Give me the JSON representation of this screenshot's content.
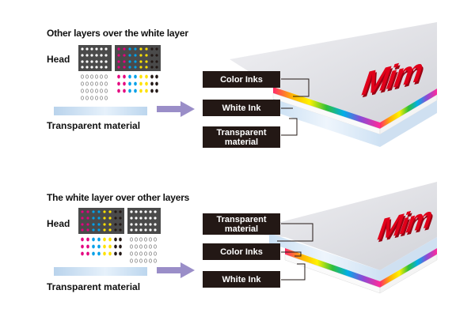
{
  "section_top": {
    "title": "Other layers over the white layer",
    "head_label": "Head",
    "material_label": "Transparent material",
    "boxes": [
      "Color Inks",
      "White Ink",
      "Transparent material"
    ]
  },
  "section_bottom": {
    "title": "The white layer over other layers",
    "head_label": "Head",
    "material_label": "Transparent material",
    "boxes": [
      "Transparent material",
      "Color Inks",
      "White Ink"
    ]
  },
  "brand_text": "Mim",
  "colors": {
    "label_box": "#231815",
    "arrow": "#9a8ec8",
    "logo_red": "#e0001a",
    "cyan": "#00a0e9",
    "magenta": "#e4007f",
    "yellow": "#ffe100",
    "black": "#231815"
  }
}
